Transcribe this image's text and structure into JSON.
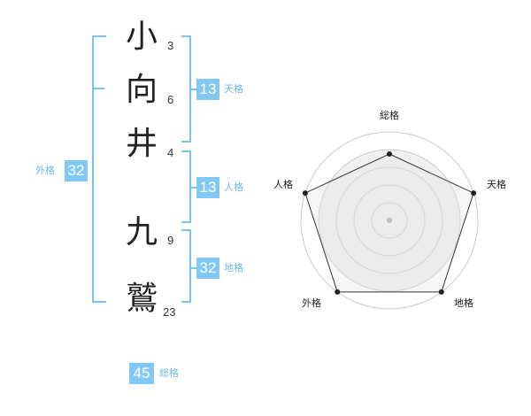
{
  "characters": [
    {
      "char": "小",
      "strokes": "3"
    },
    {
      "char": "向",
      "strokes": "6"
    },
    {
      "char": "井",
      "strokes": "4"
    },
    {
      "char": "九",
      "strokes": "9"
    },
    {
      "char": "鷲",
      "strokes": "23"
    }
  ],
  "kaku": {
    "tenkaku": {
      "value": "13",
      "label": "天格"
    },
    "jinkaku": {
      "value": "13",
      "label": "人格"
    },
    "chikaku": {
      "value": "32",
      "label": "地格"
    },
    "gaikaku": {
      "value": "32",
      "label": "外格"
    },
    "soukaku": {
      "value": "45",
      "label": "総格"
    }
  },
  "chart_data": {
    "type": "radar",
    "axes": [
      "総格",
      "天格",
      "地格",
      "外格",
      "人格"
    ],
    "values": [
      0.75,
      1.0,
      1.0,
      1.0,
      1.0
    ],
    "rings": 5,
    "colors": {
      "grid": "#cccccc",
      "fill": "#f0f0f0",
      "line": "#333333",
      "point": "#222222",
      "center": "#bbbbbb"
    }
  }
}
